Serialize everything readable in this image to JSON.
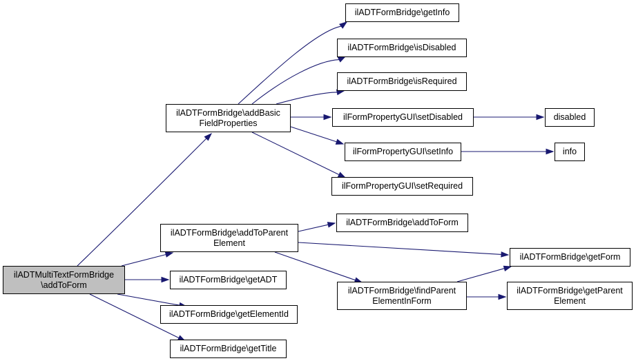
{
  "nodes": {
    "root": [
      "ilADTMultiTextFormBridge",
      "\\addToForm"
    ],
    "addBasic": [
      "ilADTFormBridge\\addBasic",
      "FieldProperties"
    ],
    "getInfo": [
      "ilADTFormBridge\\getInfo"
    ],
    "isDisabled": [
      "ilADTFormBridge\\isDisabled"
    ],
    "isRequired": [
      "ilADTFormBridge\\isRequired"
    ],
    "setDisabled": [
      "ilFormPropertyGUI\\setDisabled"
    ],
    "setInfo": [
      "ilFormPropertyGUI\\setInfo"
    ],
    "setRequired": [
      "ilFormPropertyGUI\\setRequired"
    ],
    "disabled": [
      "disabled"
    ],
    "info": [
      "info"
    ],
    "addToParent": [
      "ilADTFormBridge\\addToParent",
      "Element"
    ],
    "addToForm": [
      "ilADTFormBridge\\addToForm"
    ],
    "getForm": [
      "ilADTFormBridge\\getForm"
    ],
    "findParent": [
      "ilADTFormBridge\\findParent",
      "ElementInForm"
    ],
    "getParentElement": [
      "ilADTFormBridge\\getParent",
      "Element"
    ],
    "getADT": [
      "ilADTFormBridge\\getADT"
    ],
    "getElementId": [
      "ilADTFormBridge\\getElementId"
    ],
    "getTitle": [
      "ilADTFormBridge\\getTitle"
    ]
  },
  "edges": [
    [
      "root",
      "addBasic"
    ],
    [
      "root",
      "addToParent"
    ],
    [
      "root",
      "getADT"
    ],
    [
      "root",
      "getElementId"
    ],
    [
      "root",
      "getTitle"
    ],
    [
      "addBasic",
      "getInfo"
    ],
    [
      "addBasic",
      "isDisabled"
    ],
    [
      "addBasic",
      "isRequired"
    ],
    [
      "addBasic",
      "setDisabled"
    ],
    [
      "addBasic",
      "setInfo"
    ],
    [
      "addBasic",
      "setRequired"
    ],
    [
      "setDisabled",
      "disabled"
    ],
    [
      "setInfo",
      "info"
    ],
    [
      "addToParent",
      "addToForm"
    ],
    [
      "addToParent",
      "getForm"
    ],
    [
      "addToParent",
      "findParent"
    ],
    [
      "findParent",
      "getForm"
    ],
    [
      "findParent",
      "getParentElement"
    ]
  ],
  "colors": {
    "edge": "#191970",
    "root_fill": "#bfbfbf",
    "node_fill": "#ffffff",
    "border": "#000000"
  }
}
